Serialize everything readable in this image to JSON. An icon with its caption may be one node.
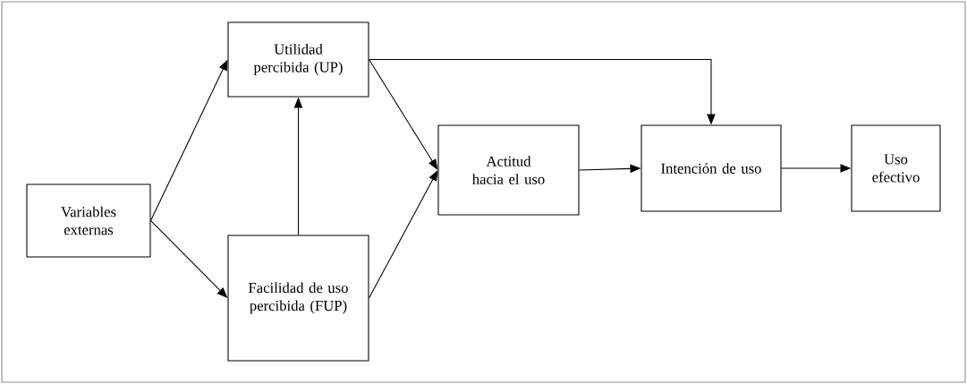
{
  "diagram": {
    "nodes": [
      {
        "text": [
          "Variables externas"
        ]
      },
      {
        "text": [
          "Utilidad percibida (UP)"
        ]
      },
      {
        "text": [
          "Facilidad de uso percibida (FUP)"
        ]
      },
      {
        "text": [
          "Actitud hacia el uso"
        ]
      },
      {
        "text": [
          "Intención de uso"
        ]
      },
      {
        "text": [
          "Uso efectivo"
        ]
      }
    ],
    "edges": [
      {
        "from": 0,
        "to": 1,
        "arrow": "to"
      },
      {
        "from": 0,
        "to": 2,
        "arrow": "to"
      },
      {
        "from": 2,
        "to": 1,
        "arrow": "to"
      },
      {
        "from": 1,
        "to": 3,
        "arrow": "to"
      },
      {
        "from": 2,
        "to": 3,
        "arrow": "to"
      },
      {
        "from": 3,
        "to": 4,
        "arrow": "to"
      },
      {
        "from": 4,
        "to": 5,
        "arrow": "to"
      },
      {
        "from": 1,
        "to": 4,
        "arrow": "to"
      }
    ]
  }
}
